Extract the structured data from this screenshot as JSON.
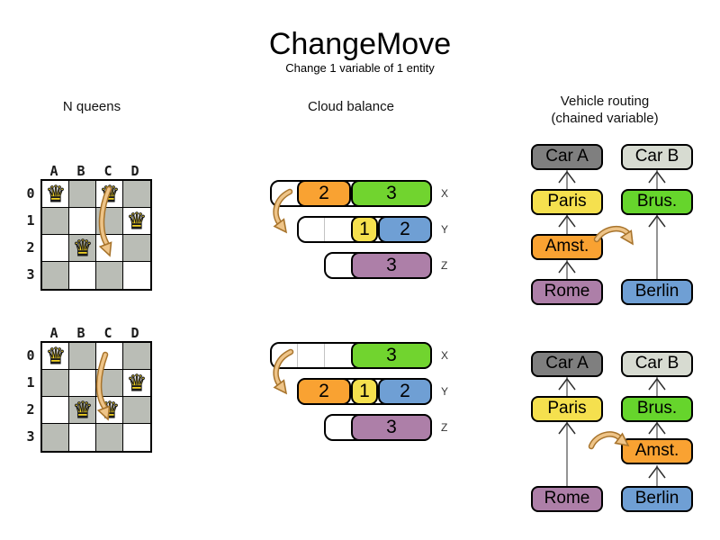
{
  "title": "ChangeMove",
  "subtitle": "Change 1 variable of 1 entity",
  "icons": {
    "queen_glyph": "♛"
  },
  "sections": {
    "nqueens": {
      "label": "N queens",
      "columns": [
        "A",
        "B",
        "C",
        "D"
      ],
      "rows": [
        "0",
        "1",
        "2",
        "3"
      ],
      "before": {
        "queen_cells": [
          "A0",
          "C0",
          "D1",
          "B2"
        ],
        "move": "C0 → C2"
      },
      "after": {
        "queen_cells": [
          "A0",
          "D1",
          "B2",
          "C2"
        ],
        "move": "C0 → C2"
      }
    },
    "cloud": {
      "label": "Cloud balance",
      "before": {
        "rows": [
          {
            "computer": "X",
            "blocks": [
              {
                "value": "2",
                "color": "orange"
              },
              {
                "value": "3",
                "color": "green"
              }
            ]
          },
          {
            "computer": "Y",
            "blocks": [
              {
                "value": "1",
                "color": "yellow"
              },
              {
                "value": "2",
                "color": "blue"
              }
            ]
          },
          {
            "computer": "Z",
            "blocks": [
              {
                "value": "3",
                "color": "purple"
              }
            ]
          }
        ]
      },
      "after": {
        "rows": [
          {
            "computer": "X",
            "blocks": [
              {
                "value": "3",
                "color": "green"
              }
            ]
          },
          {
            "computer": "Y",
            "blocks": [
              {
                "value": "2",
                "color": "orange"
              },
              {
                "value": "1",
                "color": "yellow"
              },
              {
                "value": "2",
                "color": "blue"
              }
            ]
          },
          {
            "computer": "Z",
            "blocks": [
              {
                "value": "3",
                "color": "purple"
              }
            ]
          }
        ]
      }
    },
    "vehicle": {
      "label": "Vehicle routing",
      "sublabel": "(chained variable)",
      "before": {
        "left_chain": [
          "Car A",
          "Paris",
          "Amst.",
          "Rome"
        ],
        "right_chain": [
          "Car B",
          "Brus.",
          "Berlin"
        ]
      },
      "after": {
        "left_chain": [
          "Car A",
          "Paris",
          "Rome"
        ],
        "right_chain": [
          "Car B",
          "Brus.",
          "Amst.",
          "Berlin"
        ]
      }
    }
  },
  "colors": {
    "orange": "#f9a232",
    "green": "#71d42f",
    "yellow": "#f5e04e",
    "blue": "#6f9fd4",
    "purple": "#ad7fa8",
    "car_a_gray": "#7f7f7f",
    "car_b_gray": "#d7dbd1",
    "board_gray": "#babdb6",
    "queen_gold": "#f2d222",
    "move_arrow_tan": "#eec488"
  }
}
